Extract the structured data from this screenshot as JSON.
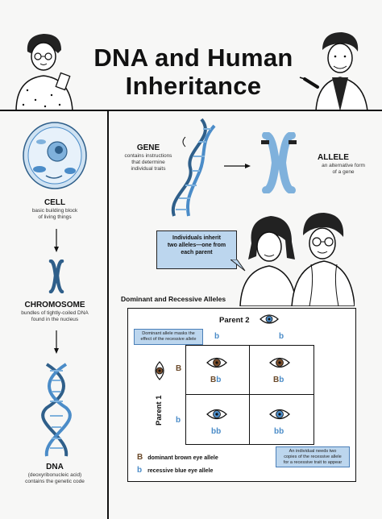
{
  "title": "DNA and Human Inheritance",
  "title_line1": "DNA and Human",
  "title_line2": "Inheritance",
  "left": {
    "cell": {
      "label": "CELL",
      "desc_line1": "basic building block",
      "desc_line2": "of living things"
    },
    "chromosome": {
      "label": "CHROMOSOME",
      "desc_line1": "bundles of tightly-coiled DNA",
      "desc_line2": "found in the nucleus"
    },
    "dna": {
      "label": "DNA",
      "desc_line1": "(deoxyribonucleic acid)",
      "desc_line2": "contains the genetic code"
    }
  },
  "gene": {
    "label": "GENE",
    "desc_line1": "contains instructions",
    "desc_line2": "that determine",
    "desc_line3": "individual traits"
  },
  "allele": {
    "label": "ALLELE",
    "desc_line1": "an alternative form",
    "desc_line2": "of a gene"
  },
  "callout": {
    "line1": "Individuals inherit",
    "line2": "two alleles—one from",
    "line3": "each parent"
  },
  "punnett": {
    "heading": "Dominant and Recessive Alleles",
    "parent2": "Parent 2",
    "parent1": "Parent 1",
    "col_alleles": [
      "b",
      "b"
    ],
    "row_alleles": [
      "B",
      "b"
    ],
    "cells": [
      {
        "a": "B",
        "b": "b",
        "eye": "brown"
      },
      {
        "a": "B",
        "b": "b",
        "eye": "brown"
      },
      {
        "a": "b",
        "b": "b",
        "eye": "blue"
      },
      {
        "a": "b",
        "b": "b",
        "eye": "blue"
      }
    ],
    "note_top_line1": "Dominant allele masks the",
    "note_top_line2": "effect of the recessive allele",
    "note_bottom_line1": "An individual needs two",
    "note_bottom_line2": "copies of the recessive allele",
    "note_bottom_line3": "for a recessive trait to appear",
    "legend": [
      {
        "letter": "B",
        "text": "dominant brown eye allele"
      },
      {
        "letter": "b",
        "text": "recessive blue eye allele"
      }
    ]
  },
  "colors": {
    "blue": "#4b8cc8",
    "light_blue": "#bcd6ee",
    "brown": "#7a4d2b",
    "dark": "#111111"
  }
}
